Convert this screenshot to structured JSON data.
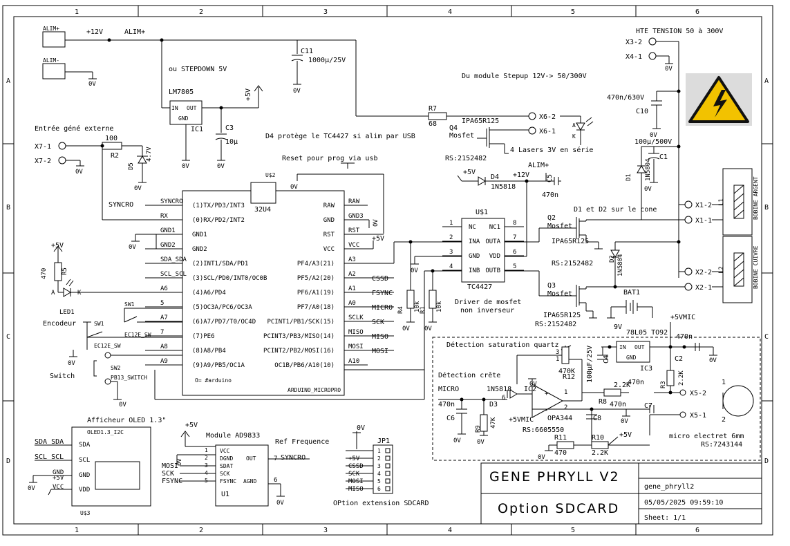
{
  "frame": {
    "columns": [
      "1",
      "2",
      "3",
      "4",
      "5",
      "6"
    ],
    "rows": [
      "A",
      "B",
      "C",
      "D"
    ]
  },
  "power": {
    "alim_plus_conn": "ALIM+",
    "alim_minus_conn": "ALIM-",
    "plus12v": "+12V",
    "alim_plus": "ALIM+",
    "zero_v": "0V",
    "c11_ref": "C11",
    "c11_val": "1000µ/25V",
    "stepdown_note": "ou STEPDOWN 5V",
    "reg_name": "LM7805",
    "reg_in": "IN",
    "reg_out": "OUT",
    "reg_gnd": "GND",
    "reg_ref": "IC1",
    "plus5v": "+5V",
    "c3_ref": "C3",
    "c3_val": "10µ"
  },
  "ext_input": {
    "title": "Entrée géné externe",
    "x7_1": "X7-1",
    "x7_2": "X7-2",
    "r2_val": "100",
    "r2_ref": "R2",
    "d5_ref": "D5",
    "d5_val": "4.7V",
    "syncro": "SYNCRO"
  },
  "laser": {
    "stepup_note": "Du module Stepup 12V-> 50/300V",
    "r7_ref": "R7",
    "r7_val": "68",
    "q4_part": "IPA65R125",
    "q4_ref": "Q4",
    "q4_type": "Mosfet",
    "x6_2": "X6-2",
    "x6_1": "X6-1",
    "d4_note": "D4 protège le TC4427 si alim par USB",
    "lasers_note": "4 Lasers 3V en série",
    "rs1": "RS:2152482",
    "reset_note": "Reset pour prog via usb"
  },
  "hv": {
    "title": "HTE TENSION 50 à 300V",
    "x3_2": "X3-2",
    "x4_1": "X4-1",
    "c10_val": "470n/630V",
    "c10_ref": "C10",
    "c1_val": "100µ/500V",
    "c1_ref": "C1",
    "d1_ref": "D1",
    "d1_val": "1N5804",
    "d1d2_note": "D1 et D2 sur le cone",
    "x1_2": "X1-2",
    "x1_1": "X1-1",
    "x2_2": "X2-2",
    "x2_1": "X2-1",
    "coil1": "BOBINE ARGENT",
    "coil2": "BOBINE CUIVRE",
    "l1": "L1",
    "l2": "L2"
  },
  "mcu": {
    "ref": "U$2",
    "chip": "32U4",
    "footer": "ARDUINO_MICROPRO",
    "note": "O= #arduino",
    "left_pins": [
      "(1)TX/PD3/INT3",
      "(0)RX/PD2/INT2",
      "GND1",
      "GND2",
      "(2)INT1/SDA/PD1",
      "(3)SCL/PD0/INT0/OC0B",
      "(4)A6/PD4",
      "(5)OC3A/PC6/OC3A",
      "(6)A7/PD7/T0/OC4D",
      "(7)PE6",
      "(8)A8/PB4",
      "(9)A9/PB5/OC1A"
    ],
    "right_pins": [
      "RAW",
      "GND",
      "RST",
      "VCC",
      "PF4/A3(21)",
      "PF5/A2(20)",
      "PF6/A1(19)",
      "PF7/A0(18)",
      "PCINT1/PB1/SCK(15)",
      "PCINT3/PB3/MISO(14)",
      "PCINT2/PB2/MOSI(16)",
      "OC1B/PB6/A10(10)"
    ],
    "left_nets": [
      "SYNCRO",
      "RX",
      "GND1",
      "GND2",
      "SDA_SDA",
      "SCL_SCL",
      "A6",
      "5",
      "A7",
      "7",
      "A8",
      "A9"
    ],
    "right_nets": [
      "RAW",
      "GND3",
      "RST",
      "VCC",
      "A3",
      "A2",
      "A1",
      "A0",
      "SCLK",
      "MISO",
      "MOSI",
      "A10"
    ],
    "right_signals": [
      "",
      "",
      "",
      "",
      "",
      "CSSD",
      "FSYNC",
      "MICRO",
      "SCK",
      "MISO",
      "MOSI",
      ""
    ]
  },
  "left_ctrl": {
    "plus5v": "+5V",
    "r5_ref": "R5",
    "r5_val": "470",
    "led_a": "A",
    "led_k": "K",
    "led_ref": "LED1",
    "encoder": "Encodeur",
    "sw1a": "SW1",
    "sw1b": "SW1",
    "ec12e_1": "EC12E_SW",
    "ec12e_2": "EC12E_SW",
    "switch": "Switch",
    "sw2": "SW2",
    "pb": "PB13_SWITCH"
  },
  "driver": {
    "ref": "U$1",
    "part": "TC4427",
    "caption1": "Driver de mosfet",
    "caption2": "non inverseur",
    "left_pins": [
      "NC",
      "INA",
      "GND",
      "INB"
    ],
    "left_nums": [
      "1",
      "2",
      "3",
      "4"
    ],
    "right_pins": [
      "NC1",
      "OUTA",
      "VDD",
      "OUTB"
    ],
    "right_nums": [
      "8",
      "7",
      "6",
      "5"
    ],
    "d4_ref": "D4",
    "d4_val": "1N5818",
    "c5_ref": "C5",
    "c5_val": "470n",
    "alim": "ALIM+",
    "plus12v": "+12V",
    "plus5v": "+5V",
    "r4_ref": "R4",
    "r4_val": "10k",
    "r1_ref": "R1",
    "r1_val": "10k"
  },
  "mosfets": {
    "q2_ref": "Q2",
    "q2_type": "Mosfet",
    "q2_part": "IPA65R125",
    "rs2": "RS:2152482",
    "q3_ref": "Q3",
    "q3_type": "Mosfet",
    "q3_part": "IPA65R125",
    "rs3": "RS:2152482",
    "d2_ref": "D2",
    "d2_val": "1N5804"
  },
  "mic": {
    "sat_title": "Détection saturation quartz",
    "crest_title": "Détection crête",
    "bat_ref": "BAT1",
    "bat_val": "9V",
    "reg_name": "78L05 TO92",
    "plus5vmic": "+5VMIC",
    "ic3": "IC3",
    "c2_ref": "C2",
    "c2_val": "470n",
    "c4_ref": "C4",
    "c4_val": "100µF/25V",
    "c4b_val": "470n",
    "r12_ref": "R12",
    "r12_val": "470K",
    "d6_val": "1N5818",
    "d3_ref": "D3",
    "ic2_ref": "IC2",
    "opa": "OPA344",
    "rs_opa": "RS:6605550",
    "micro": "MICRO",
    "c6_ref": "C6",
    "c6_val": "470n",
    "r9_ref": "R9",
    "r9_val": "47K",
    "c8_ref": "C8",
    "r8_ref": "R8",
    "r8_val": "2.2K",
    "c8_val": "470n",
    "c7_ref": "C7",
    "r3_ref": "R3",
    "r3_val": "2.2K",
    "x5_2": "X5-2",
    "x5_1": "X5-1",
    "mic_note": "micro electret 6mm",
    "rs_mic": "RS:7243144",
    "r11_ref": "R11",
    "r11_val": "470",
    "r10_ref": "R10",
    "r10_val": "2.2K",
    "plus5vmic2": "+5VMIC",
    "plus5v": "+5V"
  },
  "oled": {
    "title": "Afficheur OLED 1.3\"",
    "ref": "OLED1.3_I2C",
    "pins": [
      "SDA",
      "SCL",
      "GND",
      "VDD"
    ],
    "nets": [
      "SDA_SDA",
      "SCL_SCL",
      "GND",
      "VCC"
    ],
    "u": "U$3",
    "plus5v": "+5V"
  },
  "ad9833": {
    "title": "Module AD9833",
    "pins": [
      "VCC",
      "DGND",
      "SDAT",
      "SCK",
      "FSYNC"
    ],
    "nums": [
      "1",
      "2",
      "3",
      "4",
      "5"
    ],
    "nets": [
      "MOSI",
      "SCK",
      "FSYNC"
    ],
    "out": "OUT",
    "agnd": "AGND",
    "out_num": "7",
    "agnd_num": "6",
    "ref": "U1",
    "ref_freq": "Ref Frequence",
    "syncro": "SYNCRO",
    "plus5v": "+5V"
  },
  "sdcard": {
    "ref": "JP1",
    "nets": [
      "0V",
      "+5V",
      "CSSD",
      "SCK",
      "MOSI",
      "MISO"
    ],
    "nums": [
      "1",
      "2",
      "3",
      "4",
      "5",
      "6"
    ],
    "caption": "OPtion extension SDCARD"
  },
  "titleblock": {
    "title": "GENE PHRYLL V2",
    "subtitle": "Option SDCARD",
    "file": "gene_phryll2",
    "date": "05/05/2025 09:59:10",
    "sheet": "Sheet: 1/1"
  }
}
